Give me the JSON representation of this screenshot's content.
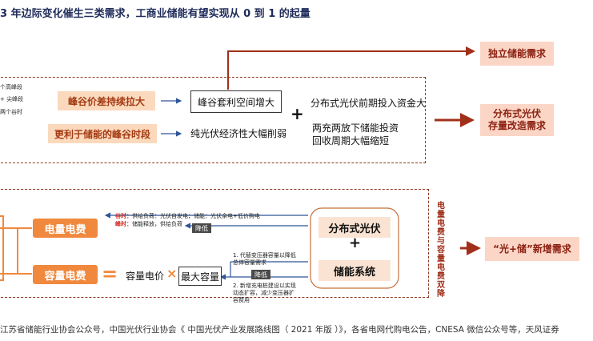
{
  "title": "3 年边际变化催生三类需求，工商业储能有望实现从 0 到 1 的起量",
  "upper": {
    "left_labels": [
      "个高峰段",
      "+ 尖峰段",
      "两个谷时"
    ],
    "peak_valley_spread": "峰谷价差持续拉大",
    "peak_valley_arbitrage": "峰谷套利空间增大",
    "favorable_peak_valley": "更利于储能的峰谷时段",
    "pv_economics": "纯光伏经济性大幅削弱",
    "plus": "+",
    "distributed_investment": "分布式光伏前期投入资金大",
    "payback_line1": "两充两放下储能投资",
    "payback_line2": "回收周期大幅缩短"
  },
  "right_boxes": {
    "independent": "独立储能需求",
    "distributed_line1": "分布式光伏",
    "distributed_line2": "存量改造需求",
    "pv_storage": "“光+储”新增需求"
  },
  "vertical_label": "电量电费与容量电费双降",
  "lower": {
    "energy_fee": "电量电费",
    "capacity_fee": "容量电费",
    "equals": "=",
    "capacity_price": "容量电价",
    "times": "×",
    "max_capacity": "最大容量",
    "valley_label": "谷时：",
    "valley_text": "供给负荷：光伏自发电；储能：光伏余电+低价购电",
    "peak_label": "峰时：",
    "peak_text": "储能释放，供给负荷",
    "reduce_top": "降低",
    "reduce_bottom": "降低",
    "note1_line1": "1. 代替变压器容量以降低",
    "note1_line2": "总体容量需求",
    "note2_line1": "2. 新增充电桩建设以实现",
    "note2_line2": "动态扩容，减少变压器扩",
    "note2_line3": "容费用",
    "distributed_pv": "分布式光伏",
    "plus": "+",
    "storage_system": "储能系统"
  },
  "source": "江苏省储能行业协会公众号，中国光伏行业协会《 中国光伏产业发展路线图（ 2021 年版 ）》，各省电网代购电公告，CNESA 微信公众号等，天风证券"
}
